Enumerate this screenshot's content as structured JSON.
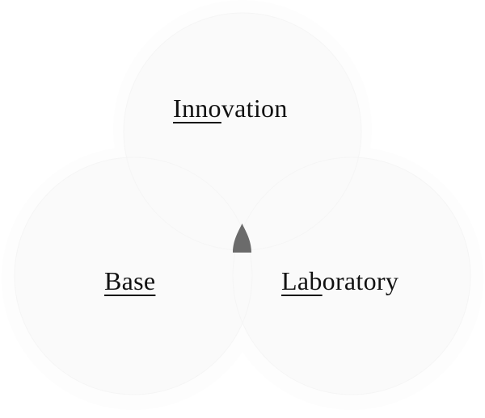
{
  "diagram": {
    "type": "venn",
    "circles": [
      {
        "id": "innovation",
        "label_underlined": "Inno",
        "label_rest": "vation",
        "label_full": "Innovation"
      },
      {
        "id": "base",
        "label_underlined": "Base",
        "label_rest": "",
        "label_full": "Base"
      },
      {
        "id": "laboratory",
        "label_underlined": "Lab",
        "label_rest": "oratory",
        "label_full": "Laboratory"
      }
    ],
    "center_marker": {
      "icon": "teardrop-pointer-icon",
      "color": "#6b6b6b"
    },
    "colors": {
      "ring": "#fdfdfd",
      "disc": "#fafafa",
      "text": "#111111"
    }
  }
}
